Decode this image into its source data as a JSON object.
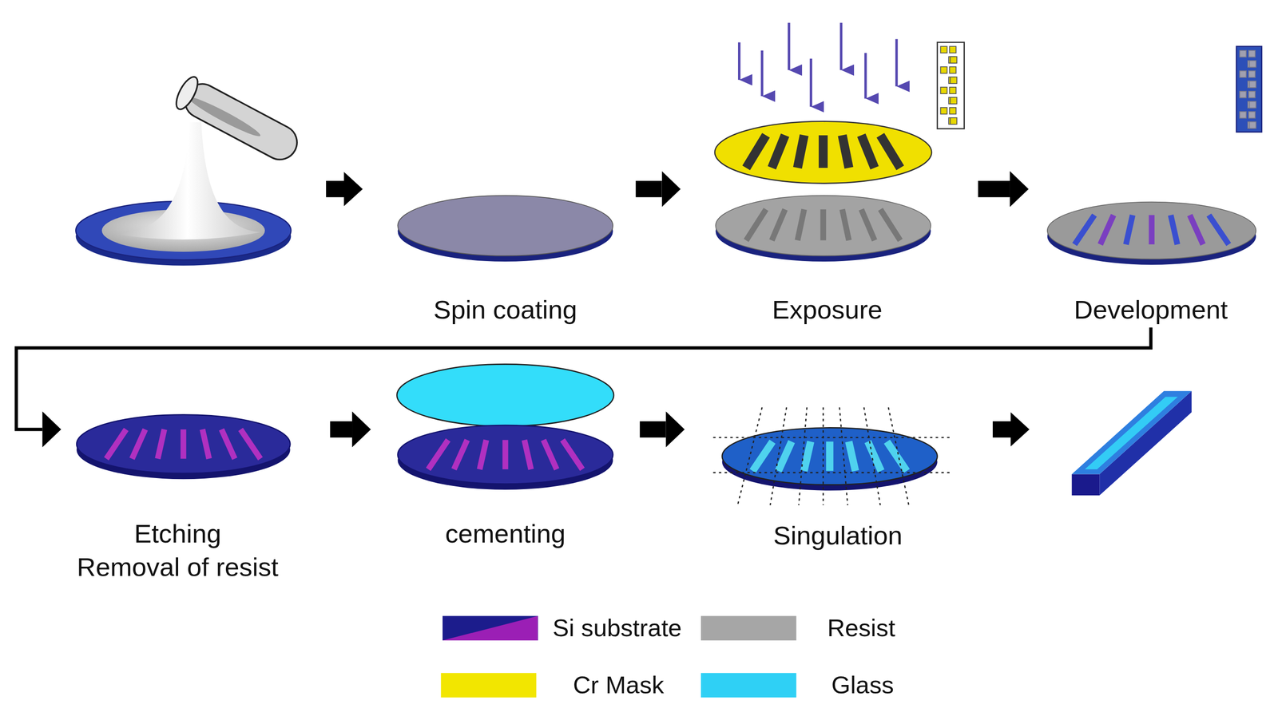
{
  "diagram": {
    "nodes": [
      {
        "text": [
          "Spin coating"
        ]
      },
      {
        "text": [
          "Exposure"
        ]
      },
      {
        "text": [
          "Development"
        ]
      },
      {
        "text": [
          "Etching",
          "Removal of resist"
        ]
      },
      {
        "text": [
          "cementing"
        ]
      },
      {
        "text": [
          "Singulation"
        ]
      }
    ],
    "edges": [
      {
        "from": 0,
        "to": 1,
        "arrow": "to"
      },
      {
        "from": 1,
        "to": 2,
        "arrow": "to"
      },
      {
        "from": 2,
        "to": 3,
        "arrow": "to"
      },
      {
        "from": 3,
        "to": 4,
        "arrow": "to"
      },
      {
        "from": 4,
        "to": 5,
        "arrow": "to"
      }
    ],
    "legend": [
      {
        "text": "Si substrate",
        "color": "#1c1c8c"
      },
      {
        "text": "Resist",
        "color": "#a6a6a6"
      },
      {
        "text": "Cr Mask",
        "color": "#f2e600"
      },
      {
        "text": "Glass",
        "color": "#2fd0f5"
      }
    ]
  }
}
